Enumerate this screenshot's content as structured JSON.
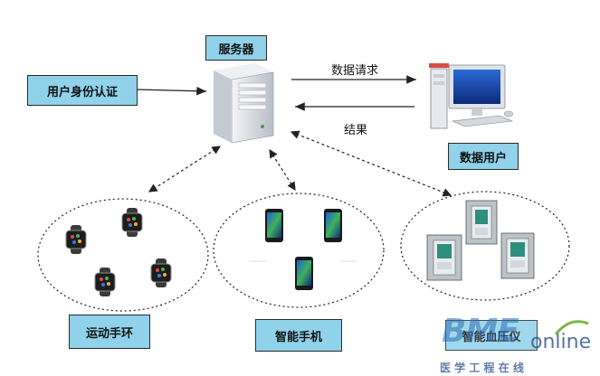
{
  "labels": {
    "server": "服务器",
    "user_auth": "用户身份认证",
    "data_request": "数据请求",
    "result": "结果",
    "data_user": "数据用户",
    "sport_band": "运动手环",
    "smartphone": "智能手机",
    "bp_meter": "智能血压仪"
  },
  "watermark": {
    "brand": "BME",
    "suffix": "online",
    "tagline": "医 学 工 程 在 线"
  },
  "colors": {
    "label_fill": "#8fd2ea",
    "watermark_blue": "#2d6db5",
    "watermark_green": "#7ab648"
  },
  "icons": {
    "server": "server-tower-icon",
    "computer": "desktop-computer-icon",
    "watch": "smartwatch-icon",
    "phone": "smartphone-icon",
    "bp": "blood-pressure-monitor-icon"
  }
}
